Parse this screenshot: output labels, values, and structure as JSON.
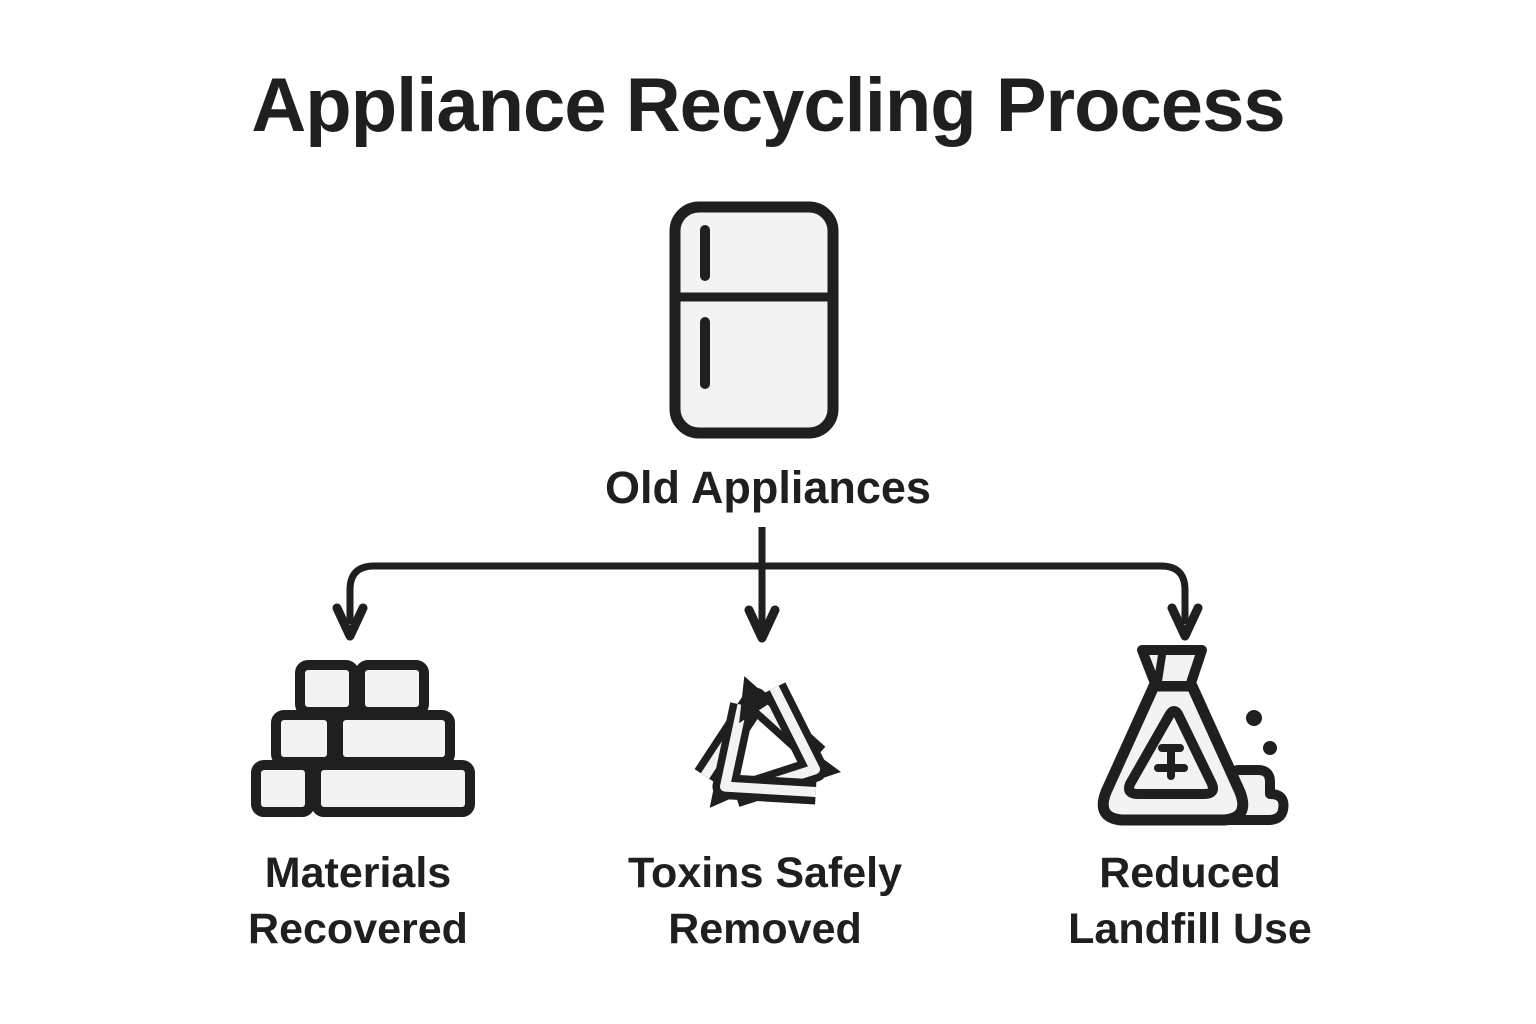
{
  "title": "Appliance Recycling Process",
  "root_node": {
    "label": "Old Appliances",
    "icon": "refrigerator-icon"
  },
  "branches": [
    {
      "id": "materials",
      "icon": "bricks-icon",
      "label_line1": "Materials",
      "label_line2": "Recovered"
    },
    {
      "id": "toxins",
      "icon": "recycle-icon",
      "label_line1": "Toxins Safely",
      "label_line2": "Removed"
    },
    {
      "id": "landfill",
      "icon": "waste-bag-icon",
      "label_line1": "Reduced",
      "label_line2": "Landfill Use"
    }
  ],
  "colors": {
    "background": "#ffffff",
    "ink": "#1d1f21",
    "icon_fill": "#f3f3f3"
  }
}
